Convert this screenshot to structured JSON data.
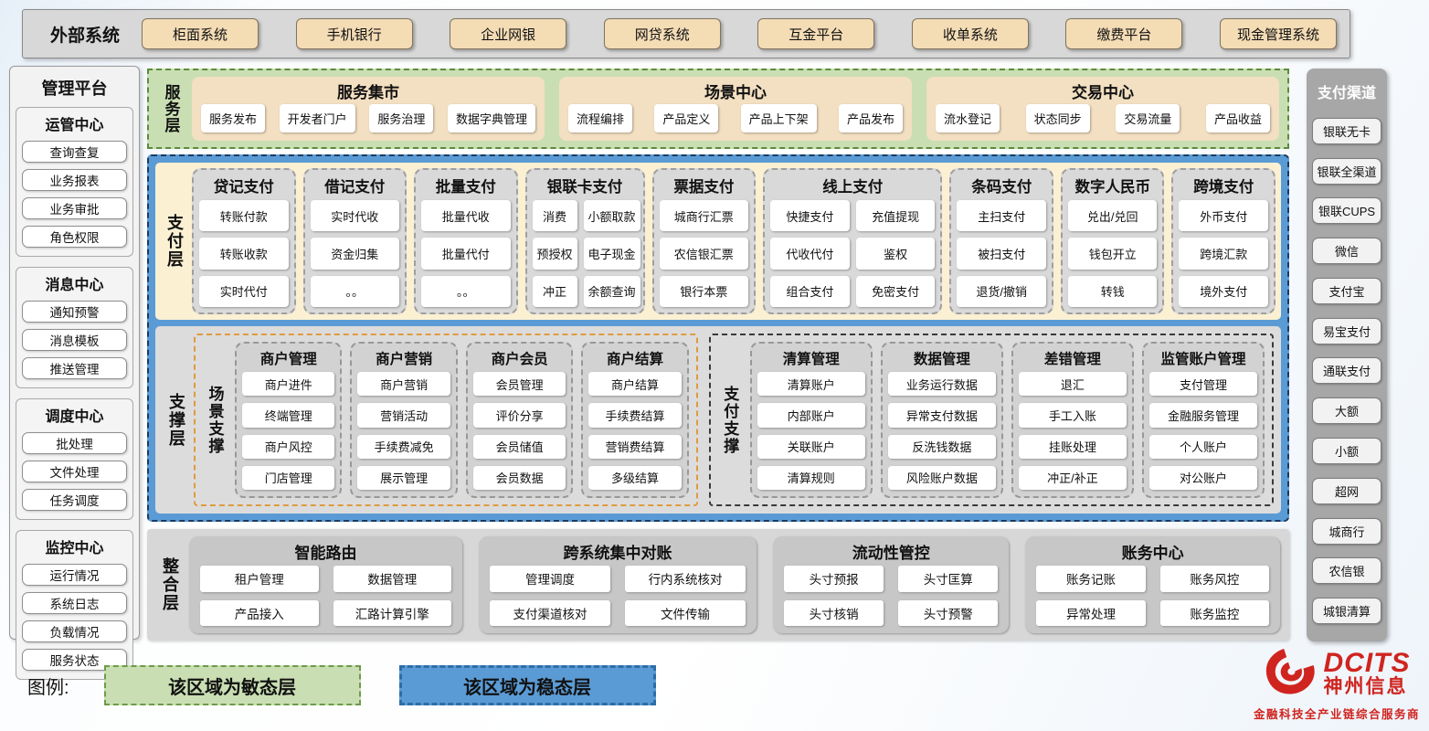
{
  "external_systems": {
    "label": "外部系统",
    "items": [
      "柜面系统",
      "手机银行",
      "企业网银",
      "网贷系统",
      "互金平台",
      "收单系统",
      "缴费平台",
      "现金管理系统"
    ]
  },
  "management_platform": {
    "title": "管理平台",
    "sections": [
      {
        "title": "运管中心",
        "items": [
          "查询查复",
          "业务报表",
          "业务审批",
          "角色权限"
        ]
      },
      {
        "title": "消息中心",
        "items": [
          "通知预警",
          "消息模板",
          "推送管理"
        ]
      },
      {
        "title": "调度中心",
        "items": [
          "批处理",
          "文件处理",
          "任务调度"
        ]
      },
      {
        "title": "监控中心",
        "items": [
          "运行情况",
          "系统日志",
          "负载情况",
          "服务状态"
        ]
      }
    ]
  },
  "payment_channels": {
    "title": "支付渠道",
    "items": [
      "银联无卡",
      "银联全渠道",
      "银联CUPS",
      "微信",
      "支付宝",
      "易宝支付",
      "通联支付",
      "大额",
      "小额",
      "超网",
      "城商行",
      "农信银",
      "城银清算"
    ]
  },
  "service_layer": {
    "label": "服务层",
    "groups": [
      {
        "title": "服务集市",
        "items": [
          "服务发布",
          "开发者门户",
          "服务治理",
          "数据字典管理"
        ]
      },
      {
        "title": "场景中心",
        "items": [
          "流程编排",
          "产品定义",
          "产品上下架",
          "产品发布"
        ]
      },
      {
        "title": "交易中心",
        "items": [
          "流水登记",
          "状态同步",
          "交易流量",
          "产品收益"
        ]
      }
    ]
  },
  "payment_layer": {
    "label": "支付层",
    "groups": [
      {
        "title": "贷记支付",
        "items": [
          "转账付款",
          "转账收款",
          "实时代付"
        ]
      },
      {
        "title": "借记支付",
        "items": [
          "实时代收",
          "资金归集",
          "。。"
        ]
      },
      {
        "title": "批量支付",
        "items": [
          "批量代收",
          "批量代付",
          "。。"
        ]
      },
      {
        "title": "银联卡支付",
        "cols": "2",
        "items": [
          "消费",
          "小额取款",
          "预授权",
          "电子现金",
          "冲正",
          "余额查询"
        ]
      },
      {
        "title": "票据支付",
        "items": [
          "城商行汇票",
          "农信银汇票",
          "银行本票"
        ]
      },
      {
        "title": "线上支付",
        "cols": "2",
        "items": [
          "快捷支付",
          "充值提现",
          "代收代付",
          "鉴权",
          "组合支付",
          "免密支付"
        ]
      },
      {
        "title": "条码支付",
        "items": [
          "主扫支付",
          "被扫支付",
          "退货/撤销"
        ]
      },
      {
        "title": "数字人民币",
        "items": [
          "兑出/兑回",
          "钱包开立",
          "转钱"
        ]
      },
      {
        "title": "跨境支付",
        "items": [
          "外币支付",
          "跨境汇款",
          "境外支付"
        ]
      }
    ]
  },
  "support_layer": {
    "label": "支撑层",
    "scene_support": {
      "label": "场景支撑",
      "groups": [
        {
          "title": "商户管理",
          "items": [
            "商户进件",
            "终端管理",
            "商户风控",
            "门店管理"
          ]
        },
        {
          "title": "商户营销",
          "items": [
            "商户营销",
            "营销活动",
            "手续费减免",
            "展示管理"
          ]
        },
        {
          "title": "商户会员",
          "items": [
            "会员管理",
            "评价分享",
            "会员储值",
            "会员数据"
          ]
        },
        {
          "title": "商户结算",
          "items": [
            "商户结算",
            "手续费结算",
            "营销费结算",
            "多级结算"
          ]
        }
      ]
    },
    "payment_support": {
      "label": "支付支撑",
      "groups": [
        {
          "title": "清算管理",
          "items": [
            "清算账户",
            "内部账户",
            "关联账户",
            "清算规则"
          ]
        },
        {
          "title": "数据管理",
          "items": [
            "业务运行数据",
            "异常支付数据",
            "反洗钱数据",
            "风险账户数据"
          ]
        },
        {
          "title": "差错管理",
          "items": [
            "退汇",
            "手工入账",
            "挂账处理",
            "冲正/补正"
          ]
        },
        {
          "title": "监管账户管理",
          "items": [
            "支付管理",
            "金融服务管理",
            "个人账户",
            "对公账户"
          ]
        }
      ]
    }
  },
  "integration_layer": {
    "label": "整合层",
    "groups": [
      {
        "title": "智能路由",
        "items": [
          "租户管理",
          "数据管理",
          "产品接入",
          "汇路计算引擎"
        ]
      },
      {
        "title": "跨系统集中对账",
        "items": [
          "管理调度",
          "行内系统核对",
          "支付渠道核对",
          "文件传输"
        ]
      },
      {
        "title": "流动性管控",
        "items": [
          "头寸预报",
          "头寸匡算",
          "头寸核销",
          "头寸预警"
        ]
      },
      {
        "title": "账务中心",
        "items": [
          "账务记账",
          "账务风控",
          "异常处理",
          "账务监控"
        ]
      }
    ]
  },
  "legend": {
    "label": "图例:",
    "items": [
      {
        "text": "该区域为敏态层",
        "type": "agile"
      },
      {
        "text": "该区域为稳态层",
        "type": "stable"
      }
    ]
  },
  "logo": {
    "brand": "DCITS",
    "company": "神州信息",
    "tagline": "金融科技全产业链综合服务商"
  },
  "colors": {
    "agile_green": "#c9dfb3",
    "stable_blue": "#5b9bd5",
    "panel_tan": "#f3dfc1",
    "brand_red": "#d0241f"
  }
}
